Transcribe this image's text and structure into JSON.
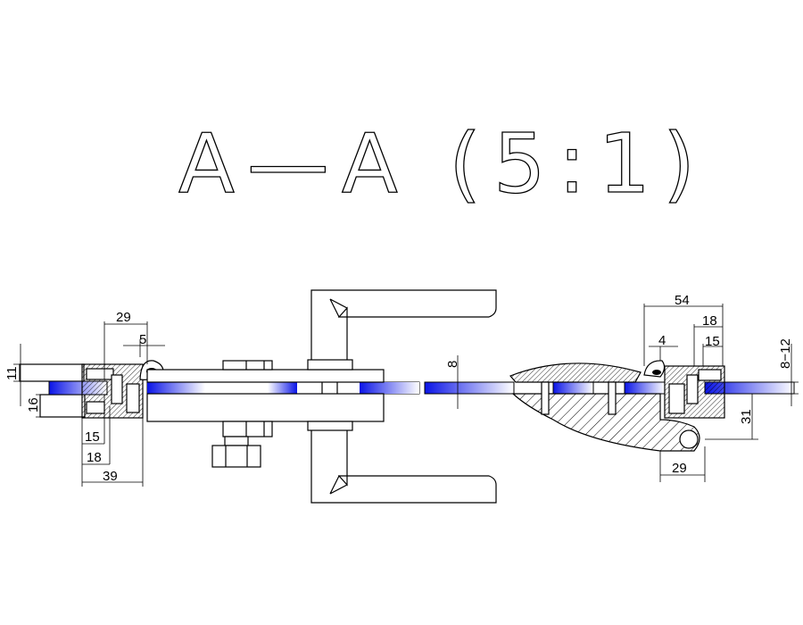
{
  "title": "A—A (5:1)",
  "colors": {
    "glass": "#0a14e6",
    "line": "#000000",
    "background": "#ffffff"
  },
  "dimensions": {
    "left": {
      "width_29": "29",
      "gap_5": "5",
      "height_11": "11",
      "height_16": "16",
      "width_15": "15",
      "width_18": "18",
      "width_39": "39"
    },
    "center": {
      "glass_8": "8"
    },
    "right": {
      "width_54": "54",
      "width_18": "18",
      "width_15": "15",
      "gap_4": "4",
      "height_31": "31",
      "width_29": "29",
      "glass_8_12": "8−12"
    }
  }
}
